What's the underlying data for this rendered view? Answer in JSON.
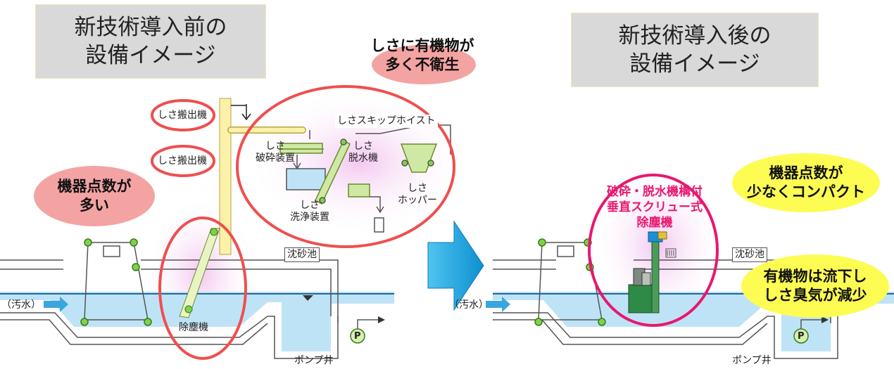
{
  "before": {
    "title_line1": "新技術導入前の",
    "title_line2": "設備イメージ",
    "callout_organic_line1": "しさに有機物が",
    "callout_organic_line2": "多く不衛生",
    "callout_many_line1": "機器点数が",
    "callout_many_line2": "多い",
    "label_conveyor1": "しさ搬出機",
    "label_conveyor2": "しさ搬出機",
    "label_skip_hoist": "しさスキップホイスト",
    "label_crusher_line1": "しさ",
    "label_crusher_line2": "破砕装置",
    "label_dewater_line1": "しさ",
    "label_dewater_line2": "脱水機",
    "label_washer_line1": "しさ",
    "label_washer_line2": "洗浄装置",
    "label_hopper_line1": "しさ",
    "label_hopper_line2": "ホッパー",
    "label_grit_chamber": "沈砂池",
    "label_sewage": "（汚水）",
    "label_screen": "除塵機",
    "label_pump_well": "ポンプ井",
    "pump_letter": "P"
  },
  "after": {
    "title_line1": "新技術導入後の",
    "title_line2": "設備イメージ",
    "callout_compact_line1": "機器点数が",
    "callout_compact_line2": "少なくコンパクト",
    "callout_odor_line1": "有機物は流下し",
    "callout_odor_line2": "しさ臭気が減少",
    "device_line1": "破砕・脱水機構付",
    "device_line2": "垂直スクリュー式",
    "device_line3": "除塵機",
    "label_grit_chamber": "沈砂池",
    "label_sewage": "（汚水）",
    "label_pump_well": "ポンプ井",
    "pump_letter": "P"
  },
  "colors": {
    "water": "#bfe3f6",
    "red_outline": "#ef4f4f",
    "magenta_outline": "#e8186f",
    "pink_bubble": "#f4a3a3",
    "yellow_bubble": "#fdfc53",
    "arrow_blue": "#1aa7df",
    "green_node": "#7fd14a"
  }
}
